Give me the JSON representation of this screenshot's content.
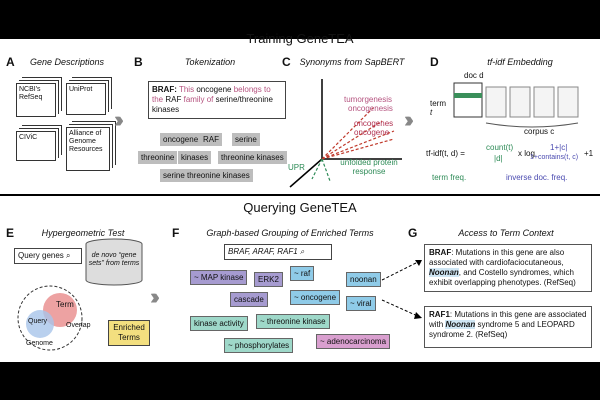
{
  "sections": {
    "training": "Training GeneTEA",
    "querying": "Querying GeneTEA"
  },
  "panelA": {
    "letter": "A",
    "title": "Gene Descriptions",
    "docs": [
      "NCBI's RefSeq",
      "UniProt",
      "CIViC",
      "Alliance of Genome Resources"
    ]
  },
  "panelB": {
    "letter": "B",
    "title": "Tokenization",
    "sentence": {
      "gene": "BRAF:",
      "w1": "This",
      "w2": "oncogene",
      "w3": "belongs to the",
      "w4": "RAF",
      "w5": "family",
      "w6": "of",
      "w7": "serine/threonine kinases"
    },
    "tokens": [
      "oncogene",
      "RAF",
      "serine",
      "threonine",
      "kinases",
      "threonine kinases",
      "serine threonine kinases"
    ]
  },
  "panelC": {
    "letter": "C",
    "title": "Synonyms from SapBERT",
    "labels": [
      "tumorgenesis",
      "oncogenesis",
      "oncogenes",
      "oncogene",
      "UPR",
      "unfolded protein response"
    ]
  },
  "panelD": {
    "letter": "D",
    "title": "tf-idf Embedding",
    "doc": "doc d",
    "term": "term",
    "t": "t",
    "corpus": "corpus c",
    "formula": {
      "lhs": "tf-idf(t, d) =",
      "num": "count(t)",
      "den": "|d|",
      "x": "x log",
      "num2": "1+|c|",
      "den2": "1+contains(t, c)",
      "plus": "+1"
    },
    "tf": "term freq.",
    "idf": "inverse doc. freq."
  },
  "panelE": {
    "letter": "E",
    "title": "Hypergeometric Test",
    "query_genes": "Query genes",
    "db": "de novo “gene sets” from terms",
    "term": "Term",
    "query": "Query",
    "overlap": "Overlap",
    "genome": "Genome",
    "enriched": "Enriched Terms"
  },
  "panelF": {
    "letter": "F",
    "title": "Graph-based Grouping of Enriched Terms",
    "search": "BRAF, ARAF, RAF1",
    "terms": [
      "~ MAP kinase",
      "ERK2",
      "cascade",
      "kinase activity",
      "~ threonine kinase",
      "~ phosphorylates",
      "~ raf",
      "noonan",
      "~ oncogene",
      "~ viral",
      "~ adenocarcinoma"
    ]
  },
  "panelG": {
    "letter": "G",
    "title": "Access to Term Context",
    "ctx1": {
      "gene": "BRAF",
      "a": ": Mutations in this gene are also associated with cardiofaciocutaneous,",
      "hl": "Noonan",
      "b": ", and Costello syndromes, which exhibit overlapping phenotypes. (RefSeq)"
    },
    "ctx2": {
      "gene": "RAF1",
      "a": ": Mutations in this gene are associated with",
      "hl": "Noonan",
      "b": "syndrome 5 and LEOPARD syndrome 2. (RefSeq)"
    }
  },
  "colors": {
    "purple": "#a69bd0",
    "teal": "#9ed8c9",
    "blue": "#8fcbe8",
    "pink": "#d99fcf",
    "red": "#c0392b",
    "green": "#2e8b57"
  }
}
